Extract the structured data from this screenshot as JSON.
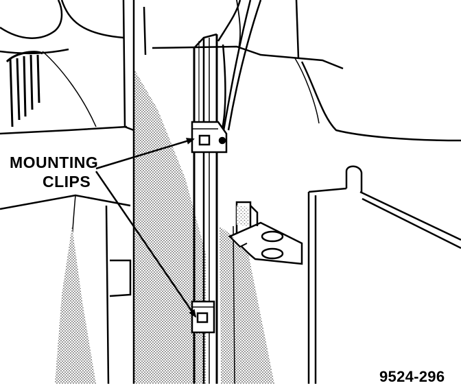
{
  "callout": {
    "line1": "MOUNTING",
    "line2": "CLIPS"
  },
  "figure_number": "9524-296",
  "colors": {
    "ink": "#000000",
    "paper": "#ffffff",
    "shade": "#9a9a9a"
  }
}
